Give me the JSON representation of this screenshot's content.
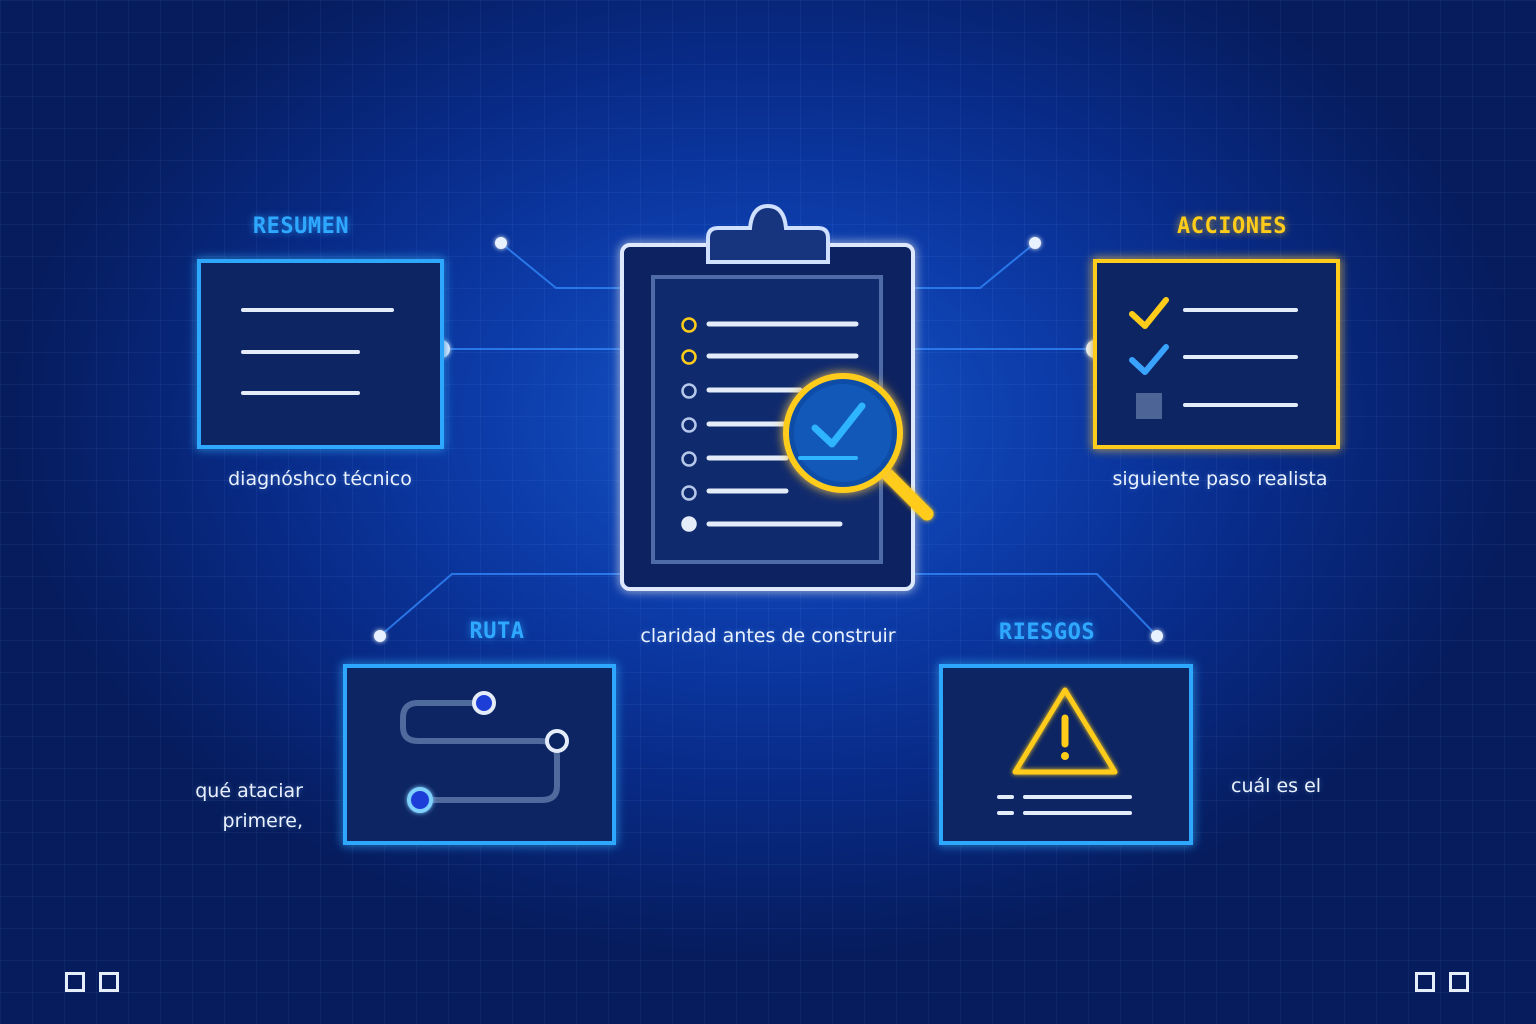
{
  "cards": {
    "resumen": {
      "heading": "RESUMEN",
      "caption": "diagnóshco técnico"
    },
    "acciones": {
      "heading": "ACCIONES",
      "caption": "siguiente paso realista"
    },
    "ruta": {
      "heading": "RUTA",
      "caption_lines": [
        "qué ataciar",
        "primere,"
      ]
    },
    "riesgos": {
      "heading": "RIESGOS",
      "caption": "cuál es el"
    }
  },
  "center": {
    "caption": "claridad antes de construir"
  },
  "colors": {
    "background": "#0a2f90",
    "accent_blue": "#2fa8ff",
    "accent_gold": "#ffcc1a",
    "panel": "#0c2460"
  },
  "icons": {
    "center": "clipboard-checklist-icon",
    "magnifier": "magnifying-glass-check-icon",
    "resumen": "document-lines-icon",
    "acciones": "checklist-icon",
    "ruta": "route-path-icon",
    "riesgos": "warning-triangle-icon",
    "corners": "square-outline-icon"
  }
}
